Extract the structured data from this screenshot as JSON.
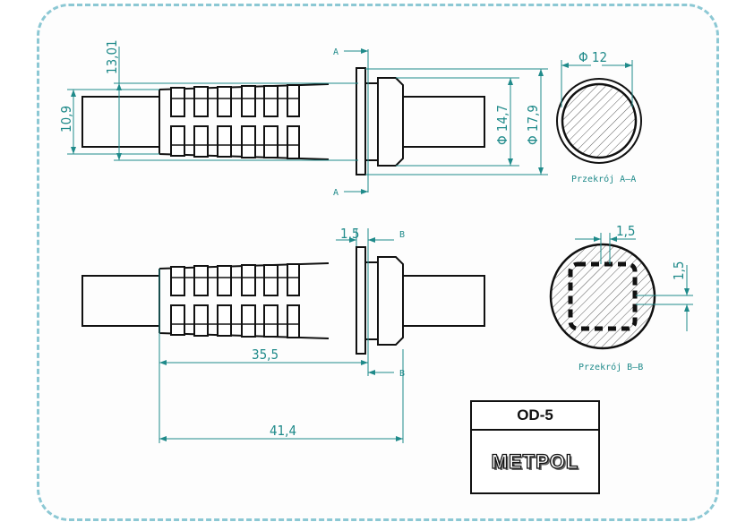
{
  "drawing": {
    "dimensions": {
      "d13_01": "13,01",
      "d10_9": "10,9",
      "d14_7": "Φ 14,7",
      "d17_9": "Φ 17,9",
      "d12": "Φ 12",
      "d1_5_top": "1,5",
      "d1_5_sec": "1,5",
      "d1_5_sec_v": "1,5",
      "d35_5": "35,5",
      "d41_4": "41,4"
    },
    "section_marks": {
      "a": "A",
      "b": "B"
    },
    "section_labels": {
      "aa": "Przekrój A–A",
      "bb": "Przekrój B–B"
    }
  },
  "title_block": {
    "code": "OD-5",
    "brand": "METPOL"
  },
  "colors": {
    "dimension": "#1f8a8a",
    "line": "#111111",
    "border": "#8cc8d4"
  }
}
